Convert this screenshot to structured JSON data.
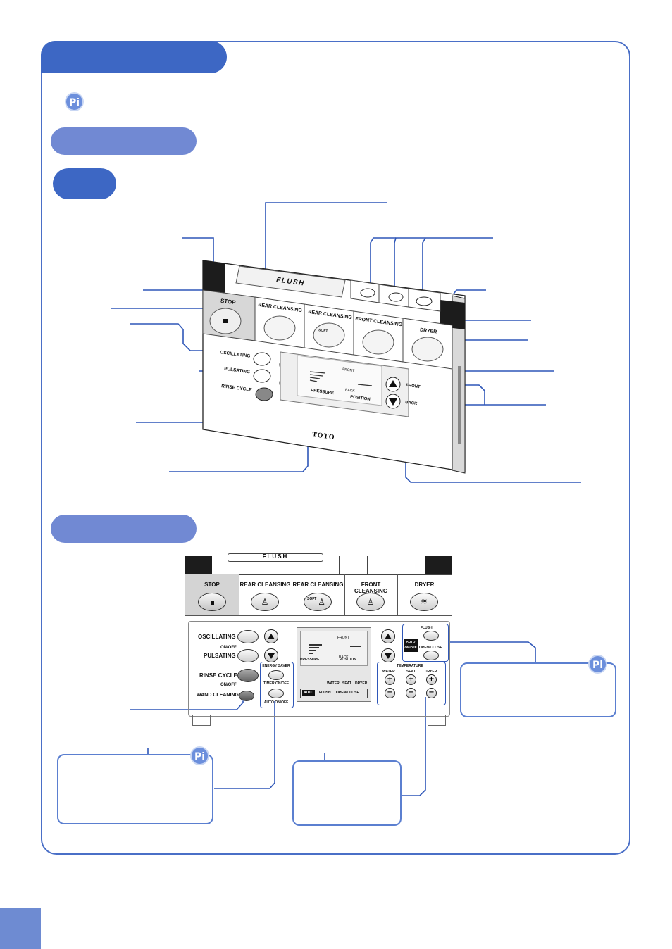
{
  "badge_label": "Pi",
  "brand_logo_text": "TOTO",
  "panel_3d": {
    "flush": "FLUSH",
    "stop": "STOP",
    "rear_cleansing": "REAR CLEANSING",
    "rear_cleansing_soft": "REAR CLEANSING",
    "soft": "SOFT",
    "front_cleansing": "FRONT CLEANSING",
    "dryer": "DRYER",
    "oscillating": "OSCILLATING",
    "pulsating": "PULSATING",
    "rinse_cycle": "RINSE CYCLE",
    "front": "FRONT",
    "back": "BACK",
    "pressure": "PRESSURE",
    "position": "POSITION",
    "display_front": "FRONT",
    "display_back": "BACK"
  },
  "panel_flat": {
    "flush": "FLUSH",
    "stop": "STOP",
    "rear_cleansing": "REAR CLEANSING",
    "rear_cleansing_soft": "REAR CLEANSING",
    "soft": "SOFT",
    "front_cleansing": "FRONT CLEANSING",
    "dryer": "DRYER",
    "oscillating": "OSCILLATING",
    "on_off_1": "ON/OFF",
    "pulsating": "PULSATING",
    "rinse_cycle": "RINSE CYCLE",
    "on_off_2": "ON/OFF",
    "wand_cleaning": "WAND CLEANING",
    "energy_saver": "ENERGY SAVER",
    "timer_on_off": "TIMER ON/OFF",
    "auto_on_off": "AUTO ON/OFF",
    "display_front": "FRONT",
    "display_back": "BACK",
    "pressure": "PRESSURE",
    "position": "POSITION",
    "water": "WATER",
    "seat": "SEAT",
    "dryer_small": "DRYER",
    "auto": "AUTO",
    "flush_small": "FLUSH",
    "open_close": "OPEN/CLOSE",
    "auto_flush": "FLUSH",
    "auto_badge": "AUTO",
    "auto_badge_sub": "ON/OFF",
    "auto_open_close": "OPEN/CLOSE",
    "temperature": "TEMPERATURE",
    "temp_water": "WATER",
    "temp_seat": "SEAT",
    "temp_dryer": "DRYER"
  }
}
